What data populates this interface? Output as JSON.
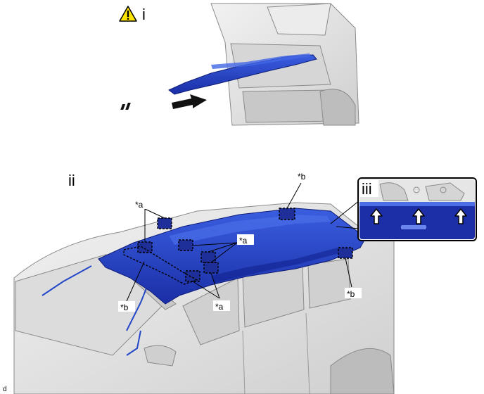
{
  "step_labels": {
    "caution_step": "i",
    "main_view": "ii",
    "detail_view": "iii"
  },
  "callouts": {
    "a": "*a",
    "b": "*b"
  },
  "footer_code": "d",
  "icons": {
    "caution": "warning-triangle-icon",
    "insert_direction": "arrow-right-icon",
    "push_up": "arrow-up-icon"
  },
  "colors": {
    "headliner_blue": "#2447c8",
    "headliner_dark": "#14238f",
    "body_gray": "#e4e4e4",
    "outline": "#7a7a7a",
    "warning_yellow": "#ffe600"
  }
}
